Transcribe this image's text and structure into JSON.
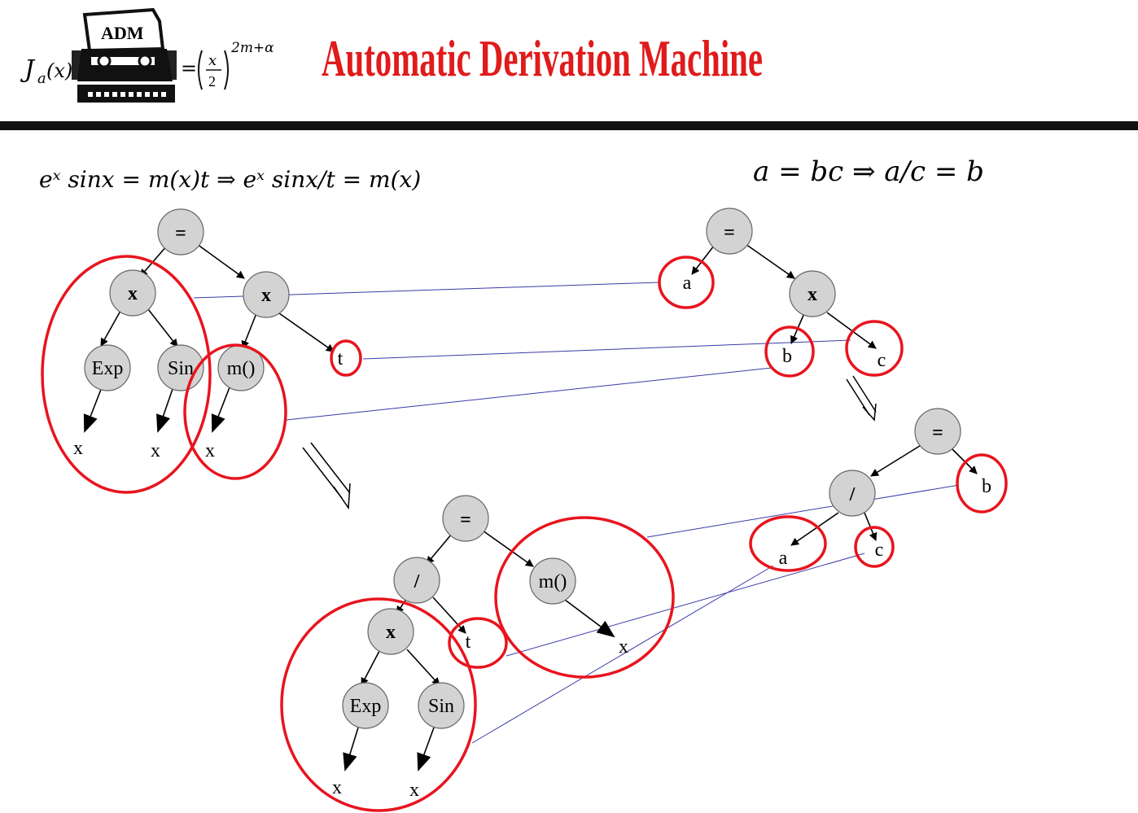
{
  "header": {
    "logo_left": "J",
    "logo_left_sub": "a",
    "logo_left_tail": "(x)=",
    "logo_box_label": "ADM",
    "logo_right_eq": "=",
    "logo_frac_num": "x",
    "logo_frac_den": "2",
    "logo_exponent": "2m+α",
    "title": "Automatic Derivation Machine"
  },
  "formulas": {
    "left": "eˣ sinx = m(x)t ⇒ eˣ sinx/t = m(x)",
    "right": "a = bc ⇒ a/c = b"
  },
  "tree_left": {
    "root": "=",
    "mul1": "x",
    "mul2": "x",
    "exp": "Exp",
    "sin": "Sin",
    "m": "m()",
    "t": "t",
    "x1": "x",
    "x2": "x",
    "x3": "x"
  },
  "tree_right_top": {
    "root": "=",
    "a": "a",
    "mul": "x",
    "b": "b",
    "c": "c"
  },
  "tree_right_mid": {
    "root": "=",
    "div": "/",
    "b": "b",
    "a": "a",
    "c": "c"
  },
  "tree_bottom": {
    "root": "=",
    "div": "/",
    "m": "m()",
    "mul": "x",
    "t": "t",
    "x_m": "x",
    "exp": "Exp",
    "sin": "Sin",
    "x1": "x",
    "x2": "x"
  },
  "colors": {
    "header_bar": "#111111",
    "title": "#e01b1b",
    "node_fill": "#d3d3d3",
    "node_stroke": "#666666",
    "highlight": "#e8141e",
    "link": "#3a3aa8"
  }
}
